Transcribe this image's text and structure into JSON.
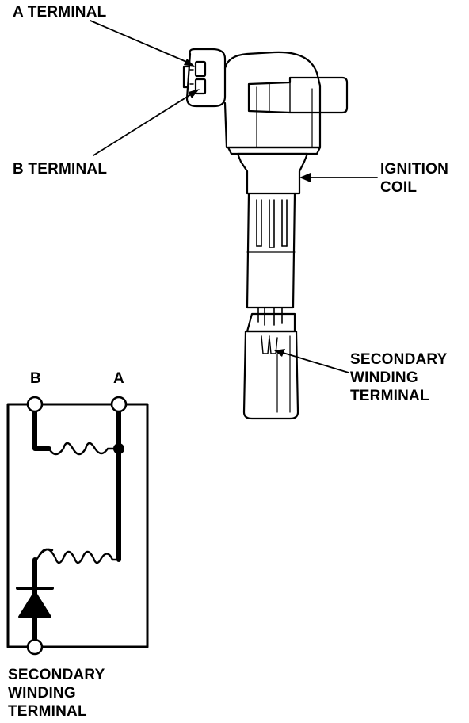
{
  "labels": {
    "a_terminal": "A TERMINAL",
    "b_terminal": "B TERMINAL",
    "ignition_coil": [
      "IGNITION",
      "COIL"
    ],
    "secondary_winding_terminal_top": [
      "SECONDARY",
      "WINDING",
      "TERMINAL"
    ],
    "node_b": "B",
    "node_a": "A",
    "secondary_winding_terminal_bottom": [
      "SECONDARY",
      "WINDING",
      "TERMINAL"
    ]
  },
  "colors": {
    "ink": "#000000",
    "paper": "#ffffff"
  }
}
